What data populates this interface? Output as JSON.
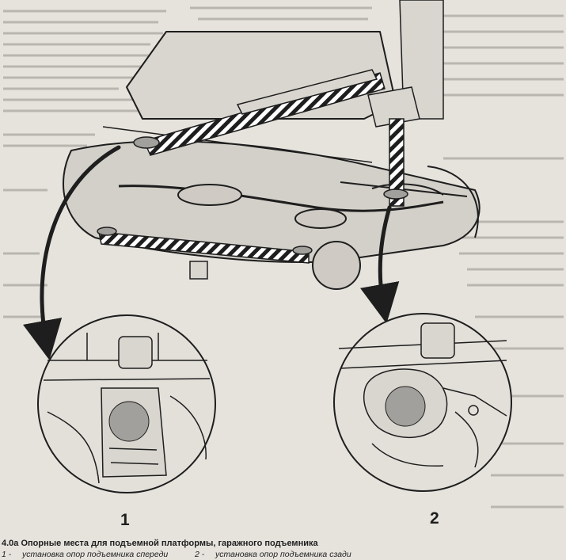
{
  "figure": {
    "caption_title": "4.0а Опорные места для подъемной платформы, гаражного подъемника",
    "legend": [
      {
        "num": "1 -",
        "text": "установка опор подъемника спереди"
      },
      {
        "num": "2 -",
        "text": "установка опор подъемника сзади"
      }
    ],
    "callouts": [
      "1",
      "2"
    ]
  },
  "colors": {
    "paper": "#e6e3dd",
    "ink": "#1e1e1e",
    "support_pad": "#a2a09c",
    "background_text": "#b9b6b0"
  }
}
